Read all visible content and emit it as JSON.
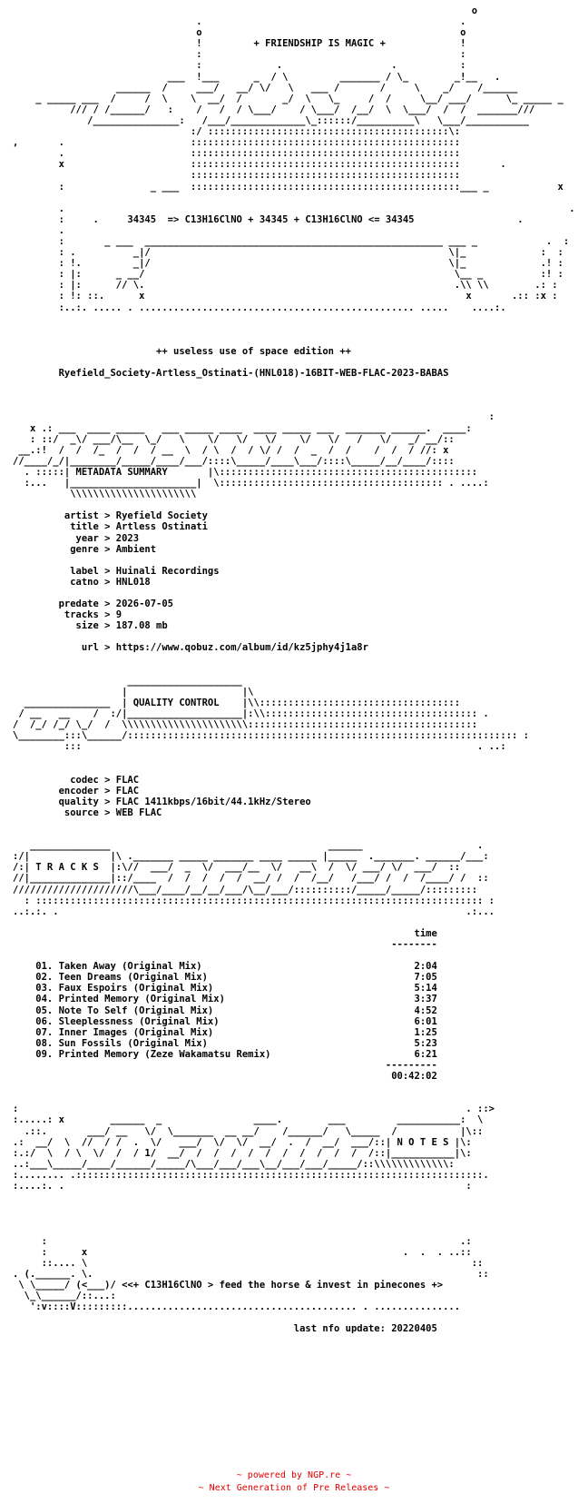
{
  "nfo_text": "                                                                                o\n                                .                                             .\n                                o                                             o\n                                !         + FRIENDSHIP IS MAGIC +             !\n                                :                                             :\n                                :             .                   .           :\n                           ___  !___      _  / \\         _______ / \\_        _!__   .\n                  ______  /     ___/   __/ \\/   \\   ___ /       /     \\    _/    /______\n    _ _____ ___  /     /  \\    \\  __/  /       _/  \\   \\_     /  /     \\__/ ___/      \\_ _____ _\n          /// / /______/   :    /   /  / \\___/    / \\___/  /__/  \\  \\___/  /  /  _______///\n             /_______________:   /___/_____________\\_::::::/__________\\   \\___/___________\n                               :/ ::::::::::::::::::::::::::::::::::::::::::\\:\n,       .                      :::::::::::::::::::::::::::::::::::::::::::::::\n        .                      :::::::::::::::::::::::::::::::::::::::::::::::\n        x                      :::::::::::::::::::::::::::::::::::::::::::::::       .\n                               :::::::::::::::::::::::::::::::::::::::::::::::\n        :               _ ___  :::::::::::::::::::::::::::::::::::::::::::::::___ _            x\n\n        .                                                                                        .\n        :     .     34345  => C13H16ClNO + 34345 + C13H16ClNO <= 34345                  .\n        .\n        :       _ ___  ____________________________________________________ ___ _            .  :\n        : .          _|/                                                    \\|_             :  :\n        : !.         _|/                                                    \\|_             .! :\n        : |:      _ __/                                                      \\__ _          :! :\n        : |:      // \\.                                                      .\\\\ \\\\        .: :\n        : !: ::.      x                                                        x       .:: :x :\n        :..:. ..... . ................................................ .....    ....:.",
  "release_tag": "++ useless use of space edition ++",
  "release_name": "Ryefield_Society-Artless_Ostinati-(HNL018)-16BIT-WEB-FLAC-2023-BABAS",
  "sections": {
    "metadata": "METADATA SUMMARY",
    "quality": "QUALITY CONTROL",
    "tracks": "T R A C K S",
    "notes": "N O T E S"
  },
  "metadata": {
    "artist": "Ryefield Society",
    "title": "Artless Ostinati",
    "year": "2023",
    "genre": "Ambient",
    "label": "Huinali Recordings",
    "catno": "HNL018",
    "predate": "2026-07-05",
    "tracks": "9",
    "size": "187.08 mb",
    "url": "https://www.qobuz.com/album/id/kz5jphy4j1a8r"
  },
  "quality": {
    "codec": "FLAC",
    "encoder": "FLAC",
    "quality": "FLAC 1411kbps/16bit/44.1kHz/Stereo",
    "source": "WEB FLAC"
  },
  "tracklist": {
    "time_header": "time",
    "items": [
      {
        "no": "01.",
        "title": "Taken Away (Original Mix)",
        "time": "2:04"
      },
      {
        "no": "02.",
        "title": "Teen Dreams (Original Mix)",
        "time": "7:05"
      },
      {
        "no": "03.",
        "title": "Faux Espoirs (Original Mix)",
        "time": "5:14"
      },
      {
        "no": "04.",
        "title": "Printed Memory (Original Mix)",
        "time": "3:37"
      },
      {
        "no": "05.",
        "title": "Note To Self (Original Mix)",
        "time": "4:52"
      },
      {
        "no": "06.",
        "title": "Sleeplessness (Original Mix)",
        "time": "6:01"
      },
      {
        "no": "07.",
        "title": "Inner Images (Original Mix)",
        "time": "1:25"
      },
      {
        "no": "08.",
        "title": "Sun Fossils (Original Mix)",
        "time": "5:23"
      },
      {
        "no": "09.",
        "title": "Printed Memory (Zeze Wakamatsu Remix)",
        "time": "6:21"
      }
    ],
    "total": "00:42:02"
  },
  "notes_line": "<<+ C13H16ClNO > feed the horse & invest in pinecones +>",
  "last_update": "last nfo update: 20220405",
  "footer": {
    "powered_prefix": "~ powered by ",
    "powered_link": "NGP.re",
    "powered_suffix": " ~",
    "tagline": "~ Next Generation of Pre Releases ~"
  }
}
